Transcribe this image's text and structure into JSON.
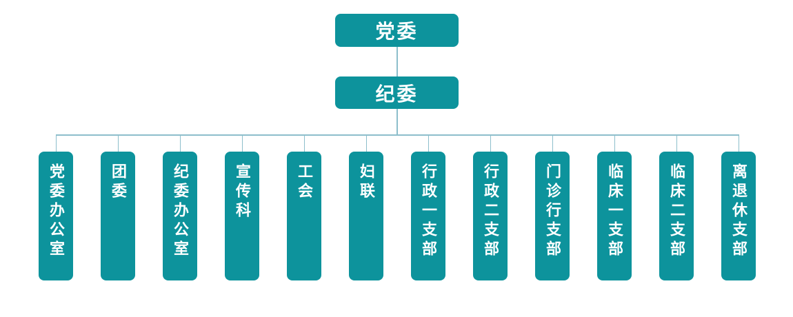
{
  "chart": {
    "type": "org-chart",
    "root": {
      "label": "党委"
    },
    "secondary": {
      "label": "纪委"
    },
    "branches": [
      {
        "label": "党委办公室"
      },
      {
        "label": "团委"
      },
      {
        "label": "纪委办公室"
      },
      {
        "label": "宣传科"
      },
      {
        "label": "工会"
      },
      {
        "label": "妇联"
      },
      {
        "label": "行政一支部"
      },
      {
        "label": "行政二支部"
      },
      {
        "label": "门诊行支部"
      },
      {
        "label": "临床一支部"
      },
      {
        "label": "临床二支部"
      },
      {
        "label": "离退休支部"
      }
    ],
    "colors": {
      "box": "#0D939C",
      "line": "#8CBECB",
      "text": "#FFFFFF",
      "background": "#FFFFFF"
    }
  }
}
